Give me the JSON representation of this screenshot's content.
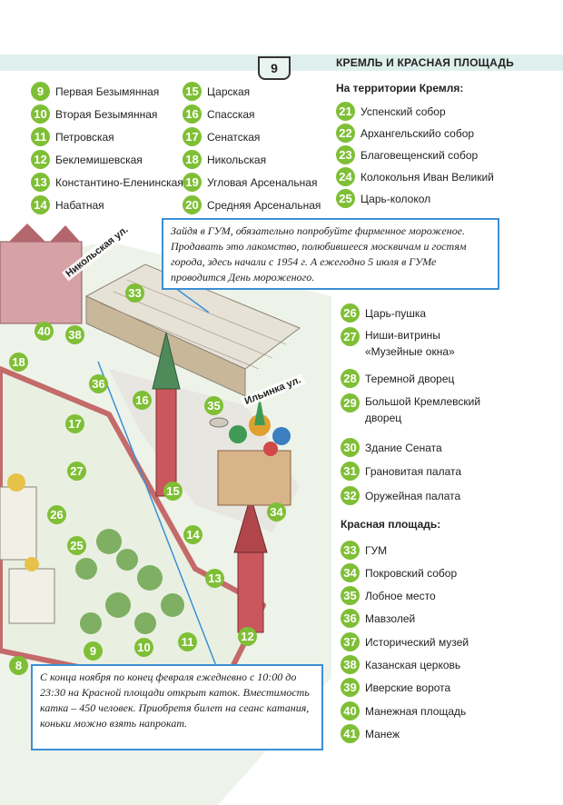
{
  "header": {
    "page_number": "9",
    "section_title": "КРЕМЛЬ И КРАСНАЯ ПЛОЩАДЬ"
  },
  "towers_col1": [
    {
      "num": "9",
      "label": "Первая Безымянная"
    },
    {
      "num": "10",
      "label": "Вторая Безымянная"
    },
    {
      "num": "11",
      "label": "Петровская"
    },
    {
      "num": "12",
      "label": "Беклемишевская"
    },
    {
      "num": "13",
      "label": "Константино-Еленинская"
    },
    {
      "num": "14",
      "label": "Набатная"
    }
  ],
  "towers_col2": [
    {
      "num": "15",
      "label": "Царская"
    },
    {
      "num": "16",
      "label": "Спасская"
    },
    {
      "num": "17",
      "label": "Сенатская"
    },
    {
      "num": "18",
      "label": "Никольская"
    },
    {
      "num": "19",
      "label": "Угловая Арсенальная"
    },
    {
      "num": "20",
      "label": "Средняя Арсенальная"
    }
  ],
  "kremlin": {
    "title": "На территории Кремля:",
    "items": [
      {
        "num": "21",
        "label": "Успенский собор"
      },
      {
        "num": "22",
        "label": "Архангельскийо собор"
      },
      {
        "num": "23",
        "label": "Благовещенский собор"
      },
      {
        "num": "24",
        "label": "Колокольня Иван Великий"
      },
      {
        "num": "25",
        "label": "Царь-колокол"
      },
      {
        "num": "26",
        "label": "Царь-пушка"
      },
      {
        "num": "27",
        "label": "Ниши-витрины «Музейные окна»"
      },
      {
        "num": "28",
        "label": "Теремной дворец"
      },
      {
        "num": "29",
        "label": "Большой Кремлевский дворец"
      },
      {
        "num": "30",
        "label": "Здание Сената"
      },
      {
        "num": "31",
        "label": "Грановитая палата"
      },
      {
        "num": "32",
        "label": "Оружейная палата"
      }
    ]
  },
  "red_square": {
    "title": "Красная площадь:",
    "items": [
      {
        "num": "33",
        "label": "ГУМ"
      },
      {
        "num": "34",
        "label": "Покровский собор"
      },
      {
        "num": "35",
        "label": "Лобное место"
      },
      {
        "num": "36",
        "label": "Мавзолей"
      },
      {
        "num": "37",
        "label": "Исторический музей"
      },
      {
        "num": "38",
        "label": "Казанская церковь"
      },
      {
        "num": "39",
        "label": "Иверские ворота"
      },
      {
        "num": "40",
        "label": "Манежная площадь"
      },
      {
        "num": "41",
        "label": "Манеж"
      }
    ]
  },
  "callout_gum": "Зайдя в ГУМ, обязательно попробуйте фирменное мороженое. Продавать это лакомство, полюбившееся москвичам и гостям города, здесь начали с 1954 г. А ежегодно 5 июля в ГУМе проводится День мороженого.",
  "callout_rink": "С конца ноября по конец февраля ежедневно с 10:00 до 23:30 на Красной площади открыт каток. Вместимость катка – 450 человек. Приобретя билет на сеанс катания, коньки можно взять напрокат.",
  "streets": {
    "nikolskaya": "Никольская ул.",
    "ilyinka": "Ильинка ул."
  },
  "map_markers": [
    "8",
    "9",
    "10",
    "11",
    "12",
    "13",
    "14",
    "15",
    "16",
    "17",
    "18",
    "25",
    "26",
    "27",
    "33",
    "34",
    "35",
    "36",
    "38",
    "40"
  ],
  "colors": {
    "badge": "#7fbf36",
    "callout_border": "#3b8fd6",
    "header_band": "#dff0ec"
  }
}
